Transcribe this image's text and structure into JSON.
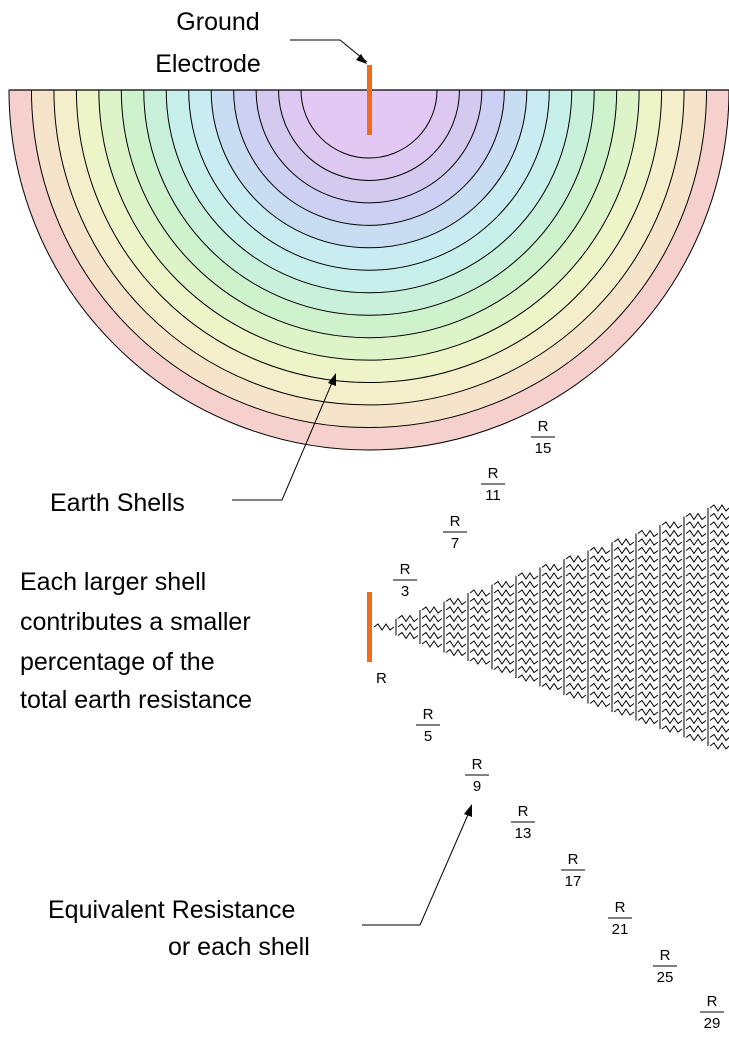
{
  "labels": {
    "ground_line1": "Ground",
    "ground_line2": "Electrode",
    "earth_shells": "Earth Shells",
    "caption_lines": [
      "Each larger shell",
      "contributes a smaller",
      "percentage of the",
      "total earth resistance"
    ],
    "equiv_line1": "Equivalent Resistance",
    "equiv_line2": "or each shell",
    "r_single": "R"
  },
  "shell_colors": [
    "#f6d0cc",
    "#f6e4ca",
    "#f4efca",
    "#ecf4c8",
    "#dcf4c8",
    "#cdf2cc",
    "#c8f0da",
    "#c8f0ea",
    "#c8ecf2",
    "#c8dcf2",
    "#ccd0f2",
    "#d4caf0",
    "#dcc8f0",
    "#e2c8f2"
  ],
  "electrode_color": "#f26a1b",
  "fractions": [
    {
      "num": "R",
      "den": "3"
    },
    {
      "num": "R",
      "den": "5"
    },
    {
      "num": "R",
      "den": "7"
    },
    {
      "num": "R",
      "den": "9"
    },
    {
      "num": "R",
      "den": "11"
    },
    {
      "num": "R",
      "den": "13"
    },
    {
      "num": "R",
      "den": "15"
    },
    {
      "num": "R",
      "den": "17"
    },
    {
      "num": "R",
      "den": "21"
    },
    {
      "num": "R",
      "den": "25"
    },
    {
      "num": "R",
      "den": "29"
    }
  ]
}
